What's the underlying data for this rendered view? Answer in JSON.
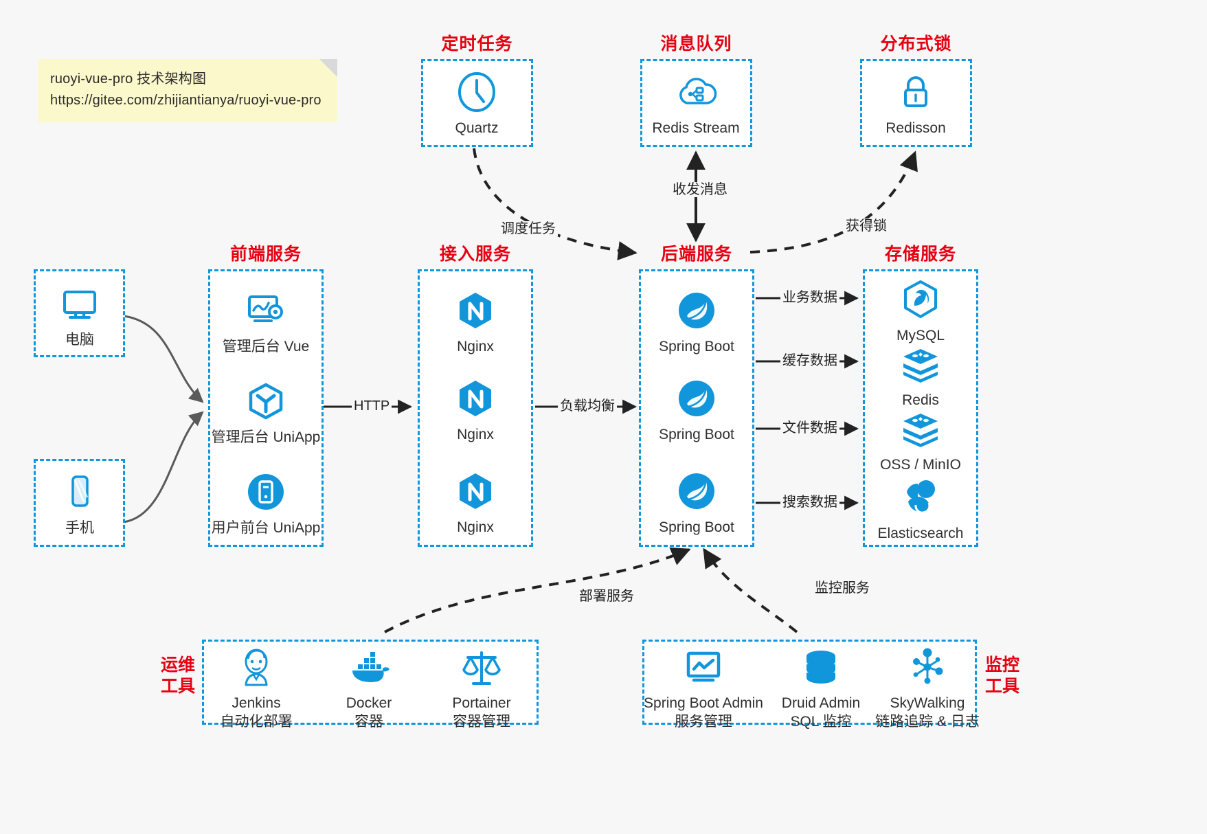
{
  "note": {
    "line1": "ruoyi-vue-pro 技术架构图",
    "line2": "https://gitee.com/zhijiantianya/ruoyi-vue-pro"
  },
  "groups": {
    "scheduler": {
      "title": "定时任务"
    },
    "mq": {
      "title": "消息队列"
    },
    "lock": {
      "title": "分布式锁"
    },
    "frontend": {
      "title": "前端服务"
    },
    "gateway": {
      "title": "接入服务"
    },
    "backend": {
      "title": "后端服务"
    },
    "storage": {
      "title": "存储服务"
    },
    "devops": {
      "title_line1": "运维",
      "title_line2": "工具"
    },
    "monitor": {
      "title_line1": "监控",
      "title_line2": "工具"
    }
  },
  "nodes": {
    "quartz": {
      "label": "Quartz",
      "icon": "clock-icon"
    },
    "redis_stream": {
      "label": "Redis Stream",
      "icon": "cloud-stream-icon"
    },
    "redisson": {
      "label": "Redisson",
      "icon": "lock-icon"
    },
    "pc": {
      "label": "电脑",
      "icon": "desktop-icon"
    },
    "phone": {
      "label": "手机",
      "icon": "mobile-icon"
    },
    "vue_admin": {
      "label": "管理后台 Vue",
      "icon": "dashboard-gear-icon"
    },
    "uniapp_admin": {
      "label": "管理后台 UniApp",
      "icon": "uniapp-cube-icon"
    },
    "uniapp_user": {
      "label": "用户前台 UniApp",
      "icon": "app-round-icon"
    },
    "nginx1": {
      "label": "Nginx",
      "icon": "nginx-icon"
    },
    "nginx2": {
      "label": "Nginx",
      "icon": "nginx-icon"
    },
    "nginx3": {
      "label": "Nginx",
      "icon": "nginx-icon"
    },
    "boot1": {
      "label": "Spring Boot",
      "icon": "spring-leaf-icon"
    },
    "boot2": {
      "label": "Spring Boot",
      "icon": "spring-leaf-icon"
    },
    "boot3": {
      "label": "Spring Boot",
      "icon": "spring-leaf-icon"
    },
    "mysql": {
      "label": "MySQL",
      "icon": "mysql-dolphin-icon"
    },
    "redis": {
      "label": "Redis",
      "icon": "redis-stack-icon"
    },
    "oss": {
      "label": "OSS / MinIO",
      "icon": "oss-stack-icon"
    },
    "es": {
      "label": "Elasticsearch",
      "icon": "elasticsearch-icon"
    },
    "jenkins": {
      "label": "Jenkins",
      "sub": "自动化部署",
      "icon": "jenkins-butler-icon"
    },
    "docker": {
      "label": "Docker",
      "sub": "容器",
      "icon": "docker-whale-icon"
    },
    "portainer": {
      "label": "Portainer",
      "sub": "容器管理",
      "icon": "portainer-scale-icon"
    },
    "sba": {
      "label": "Spring Boot Admin",
      "sub": "服务管理",
      "icon": "monitor-chart-icon"
    },
    "druid": {
      "label": "Druid Admin",
      "sub": "SQL 监控",
      "icon": "database-icon"
    },
    "skywalking": {
      "label": "SkyWalking",
      "sub": "链路追踪 & 日志",
      "icon": "skywalking-node-icon"
    }
  },
  "edges": {
    "http": "HTTP",
    "lb": "负载均衡",
    "schedule": "调度任务",
    "mq_io": "收发消息",
    "get_lock": "获得锁",
    "biz_data": "业务数据",
    "cache_data": "缓存数据",
    "file_data": "文件数据",
    "search_data": "搜索数据",
    "deploy": "部署服务",
    "monitor": "监控服务"
  },
  "colors": {
    "accent": "#1296db",
    "group_title": "#e60012",
    "note_bg": "#fbf8cc",
    "canvas": "#f7f7f7",
    "edge": "#222222",
    "curve": "#5a5a5a"
  }
}
